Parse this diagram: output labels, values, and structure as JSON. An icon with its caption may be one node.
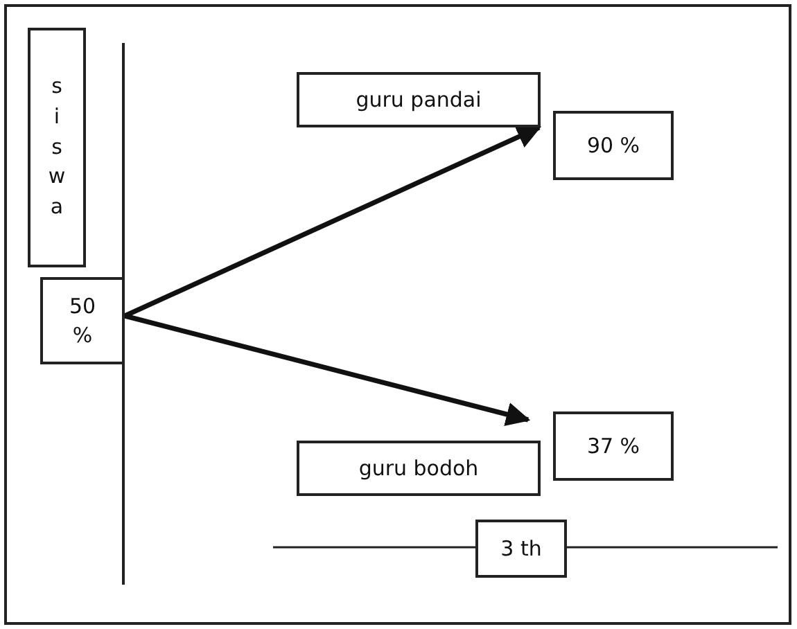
{
  "diagram": {
    "nodes": [
      {
        "text": [
          "s i s w a"
        ]
      },
      {
        "text": [
          "50 %"
        ]
      },
      {
        "text": [
          "guru pandai"
        ]
      },
      {
        "text": [
          "90 %"
        ]
      },
      {
        "text": [
          "guru bodoh"
        ]
      },
      {
        "text": [
          "37 %"
        ]
      },
      {
        "text": [
          "3 th"
        ]
      }
    ],
    "edges": [
      {
        "from": 1,
        "to": 2,
        "arrow": "to"
      },
      {
        "from": 1,
        "to": 4,
        "arrow": "to"
      }
    ]
  }
}
